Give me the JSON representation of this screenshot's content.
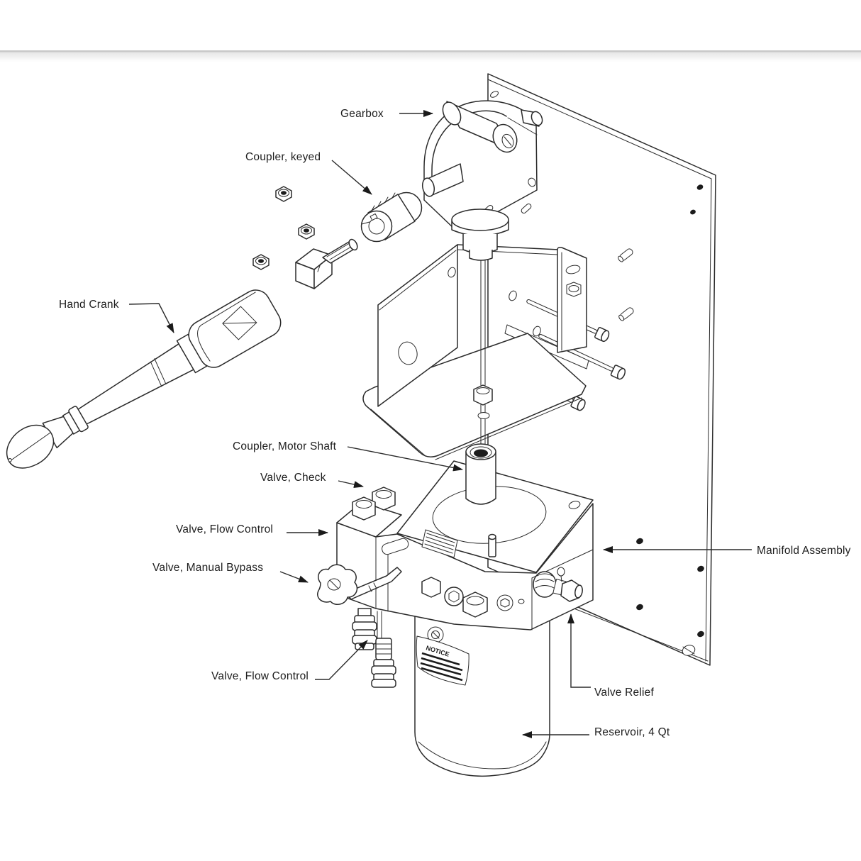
{
  "diagram": {
    "kind": "exploded-parts-line-drawing",
    "colors": {
      "background": "#ffffff",
      "line": "#2b2b2b",
      "label_text": "#1d1d1d",
      "top_divider": "#c9c9c9"
    },
    "labels": [
      {
        "id": "gearbox",
        "text": "Gearbox"
      },
      {
        "id": "coupler-keyed",
        "text": "Coupler, keyed"
      },
      {
        "id": "hand-crank",
        "text": "Hand Crank"
      },
      {
        "id": "coupler-motor-shaft",
        "text": "Coupler, Motor Shaft"
      },
      {
        "id": "valve-check",
        "text": "Valve, Check"
      },
      {
        "id": "valve-flow-control-upper",
        "text": "Valve, Flow Control"
      },
      {
        "id": "valve-manual-bypass",
        "text": "Valve, Manual  Bypass"
      },
      {
        "id": "valve-flow-control-lower",
        "text": "Valve, Flow Control"
      },
      {
        "id": "manifold-assembly",
        "text": "Manifold Assembly"
      },
      {
        "id": "valve-relief",
        "text": "Valve Relief"
      },
      {
        "id": "reservoir",
        "text": "Reservoir, 4 Qt"
      }
    ],
    "sticker": {
      "title": "NOTICE"
    }
  }
}
